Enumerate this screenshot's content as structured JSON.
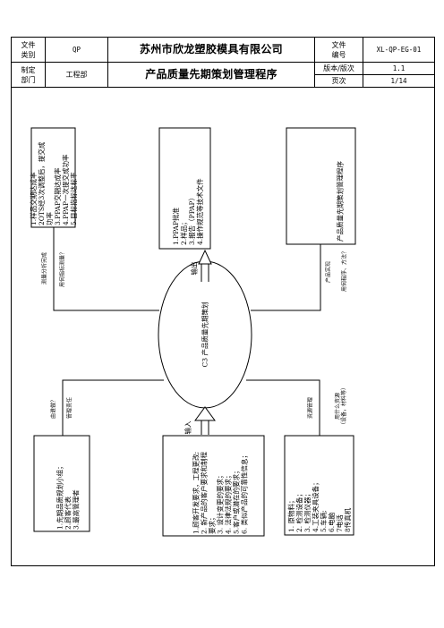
{
  "header": {
    "doc_type_label": "文件\n类别",
    "doc_type_value": "QP",
    "company": "苏州市欣龙塑胶模具有限公司",
    "doc_no_label": "文件\n编号",
    "doc_no_value": "XL-QP-EG-01",
    "dept_label": "制定\n部门",
    "dept_value": "工程部",
    "doc_title": "产品质量先期策划管理程序",
    "version_label": "版本/版次",
    "version_value": "1.1",
    "page_label": "页次",
    "page_value": "1/14"
  },
  "diagram": {
    "center": "C3 产品质量先期策划",
    "input_label": "输入",
    "output_label": "输出",
    "box_top_left": "1.样品交期达成率\n2OTS经3次调整后，提交成\n功率\n3.PPAP交期达成率\n4.PPAP一次提交成功率\n5.目标指标达标率",
    "box_top_mid": "1.PPAP批准\n2.样品；\n3.报告（PPAP）\n4.操作规范等技术文件",
    "box_top_right": "产品质量先期策划管理程序",
    "box_bot_left": "1.先期品质规划小组；\n2.顾客代表\n3.最高管理者",
    "box_bot_mid": "1.顾客开发要求，工程更改;\n2. 新产品的客户要求和制程\n要求；\n3. 设计变更的要求；\n4. 法律法规的要求；\n5.客户或潜在的要求；\n6. 类似产品的可靠性信息；",
    "box_bot_right": "1. 原物料；\n2. 检测设备；\n3. 检测仪器；\n4.工装夹具设备；\n5.车辆;\n6.电脑\n7电话\n8传真机",
    "lbl_tl_a": "用何指标测量？",
    "lbl_tl_b": "测量分析完成",
    "lbl_tr_a": "产品实现",
    "lbl_tr_b": "用何程序、方法？",
    "lbl_bl_a": "由谁做？",
    "lbl_bl_b": "管理责任",
    "lbl_br_a": "资源管理",
    "lbl_br_b": "用什么资源\n（设备，材料等）"
  }
}
